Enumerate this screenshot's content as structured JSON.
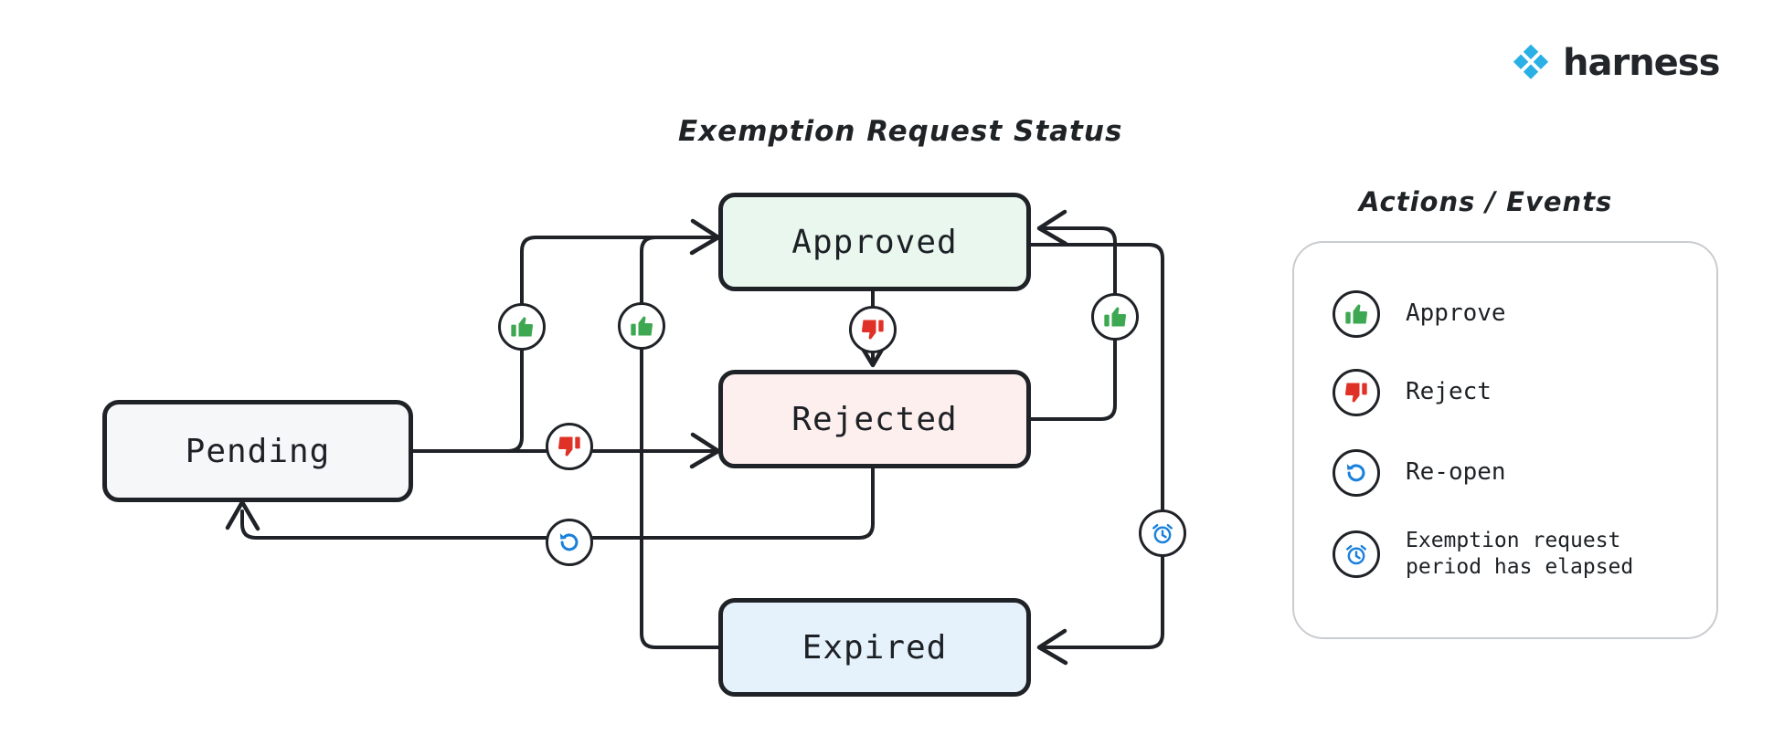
{
  "brand": {
    "name": "harness",
    "logo_icon": "harness-diamond-logo",
    "accent_color": "#2ab0e5"
  },
  "diagram": {
    "title": "Exemption Request Status",
    "type": "state-machine",
    "nodes": [
      {
        "id": "pending",
        "label": "Pending",
        "fill": "#f6f7f9"
      },
      {
        "id": "approved",
        "label": "Approved",
        "fill": "#e9f7ee"
      },
      {
        "id": "rejected",
        "label": "Rejected",
        "fill": "#fdefee"
      },
      {
        "id": "expired",
        "label": "Expired",
        "fill": "#e5f2fb"
      }
    ],
    "transitions": [
      {
        "from": "pending",
        "to": "approved",
        "action": "approve"
      },
      {
        "from": "pending",
        "to": "rejected",
        "action": "reject"
      },
      {
        "from": "approved",
        "to": "rejected",
        "action": "reject"
      },
      {
        "from": "rejected",
        "to": "approved",
        "action": "approve"
      },
      {
        "from": "expired",
        "to": "approved",
        "action": "approve"
      },
      {
        "from": "rejected",
        "to": "pending",
        "action": "re-open"
      },
      {
        "from": "approved",
        "to": "expired",
        "action": "expire"
      }
    ]
  },
  "legend": {
    "title": "Actions / Events",
    "items": [
      {
        "icon": "thumbs-up-icon",
        "label": "Approve",
        "color": "#3da851"
      },
      {
        "icon": "thumbs-down-icon",
        "label": "Reject",
        "color": "#e03127"
      },
      {
        "icon": "re-open-icon",
        "label": "Re-open",
        "color": "#1a81db"
      },
      {
        "icon": "alarm-clock-icon",
        "label": "Exemption request\nperiod has elapsed",
        "color": "#1a81db"
      }
    ]
  }
}
